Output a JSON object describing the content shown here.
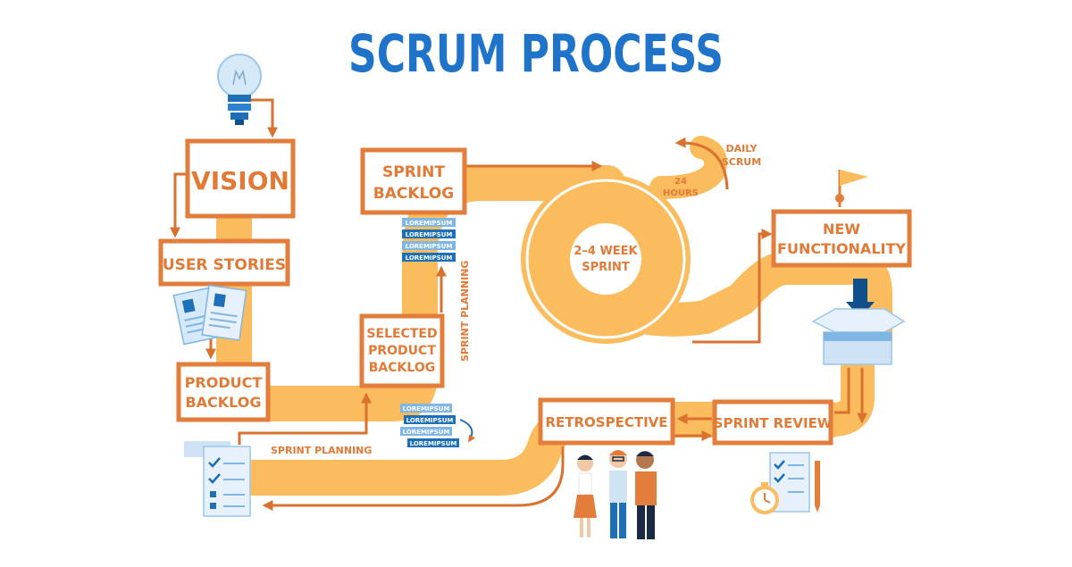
{
  "title": "SCRUM PROCESS",
  "colors": {
    "title_blue": "#1f73c9",
    "path_yellow": "#fbbc5e",
    "box_orange": "#e27d3b",
    "arrow_orange": "#d9712f",
    "box_text": "#e07a36",
    "blue_dark": "#1d6fb8",
    "blue_light": "#7fb6e3"
  },
  "nodes": {
    "vision": "VISION",
    "user_stories": "USER STORIES",
    "product_backlog": [
      "PRODUCT",
      "BACKLOG"
    ],
    "sprint_backlog": [
      "SPRINT",
      "BACKLOG"
    ],
    "selected_product_backlog": [
      "SELECTED",
      "PRODUCT",
      "BACKLOG"
    ],
    "sprint_cycle": [
      "2–4 WEEK",
      "SPRINT"
    ],
    "daily_scrum": [
      "DAILY",
      "SCRUM"
    ],
    "hours": [
      "24",
      "HOURS"
    ],
    "new_functionality": [
      "NEW",
      "FUNCTIONALITY"
    ],
    "sprint_review": "SPRINT REVIEW",
    "retrospective": "RETROSPECTIVE"
  },
  "labels": {
    "sprint_planning_vertical": "SPRINT PLANNING",
    "sprint_planning_horizontal": "SPRINT PLANNING"
  },
  "backlog_stack_top": [
    "LOREMIPSUM",
    "LOREMIPSUM",
    "LOREMIPSUM",
    "LOREMIPSUM"
  ],
  "backlog_stack_bottom": [
    "LOREMIPSUM",
    "LOREMIPSUM",
    "LOREMIPSUM",
    "LOREMIPSUM"
  ],
  "icons": [
    "lightbulb-icon",
    "documents-icon",
    "checklist-icon",
    "flag-icon",
    "box-icon",
    "stopwatch-icon",
    "team-illustration"
  ]
}
